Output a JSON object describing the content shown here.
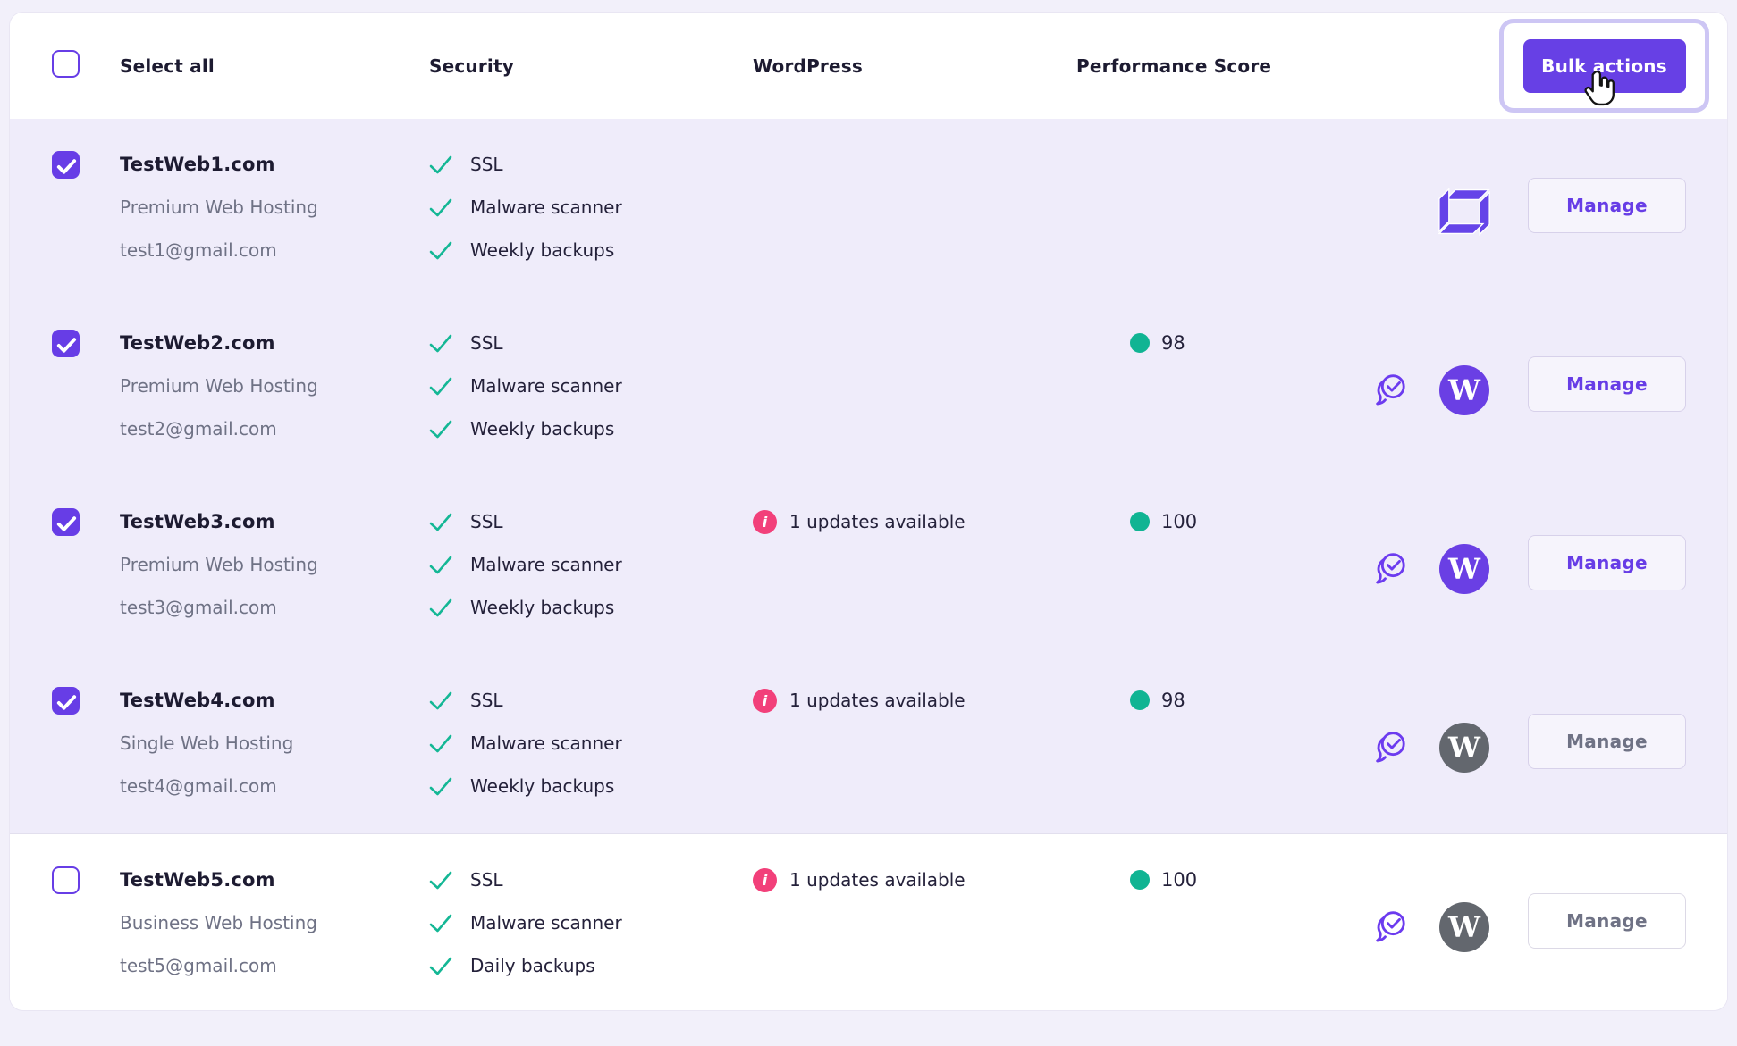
{
  "header": {
    "select_all": "Select all",
    "columns": {
      "security": "Security",
      "wordpress": "WordPress",
      "performance": "Performance Score"
    },
    "bulk_button": "Bulk actions"
  },
  "manage_label": "Manage",
  "glyphs": {
    "info": "i",
    "wordpress_w": "W"
  },
  "colors": {
    "brand_purple": "#673de6",
    "row_lavender": "#efecfa",
    "teal_check": "#14b795",
    "score_dot_green": "#10b493",
    "info_pink": "#f2407a",
    "gray_text": "#6f7285",
    "wordpress_gray": "#63676e",
    "focus_ring": "#cdc6f4"
  },
  "rows": [
    {
      "name": "TestWeb1.com",
      "plan": "Premium Web Hosting",
      "email": "test1@gmail.com",
      "checked": true,
      "security": [
        "SSL",
        "Malware scanner",
        "Weekly backups"
      ],
      "wordpress_status": "",
      "score": "",
      "icons": [
        "website-builder"
      ]
    },
    {
      "name": "TestWeb2.com",
      "plan": "Premium Web Hosting",
      "email": "test2@gmail.com",
      "checked": true,
      "security": [
        "SSL",
        "Malware scanner",
        "Weekly backups"
      ],
      "wordpress_status": "",
      "score": "98",
      "icons": [
        "chat-check",
        "wordpress-purple"
      ]
    },
    {
      "name": "TestWeb3.com",
      "plan": "Premium Web Hosting",
      "email": "test3@gmail.com",
      "checked": true,
      "security": [
        "SSL",
        "Malware scanner",
        "Weekly backups"
      ],
      "wordpress_status": "1 updates available",
      "score": "100",
      "icons": [
        "chat-check",
        "wordpress-purple"
      ]
    },
    {
      "name": "TestWeb4.com",
      "plan": "Single Web Hosting",
      "email": "test4@gmail.com",
      "checked": true,
      "security": [
        "SSL",
        "Malware scanner",
        "Weekly backups"
      ],
      "wordpress_status": "1 updates available",
      "score": "98",
      "icons": [
        "chat-check",
        "wordpress-gray"
      ]
    },
    {
      "name": "TestWeb5.com",
      "plan": "Business Web Hosting",
      "email": "test5@gmail.com",
      "checked": false,
      "security": [
        "SSL",
        "Malware scanner",
        "Daily backups"
      ],
      "wordpress_status": "1 updates available",
      "score": "100",
      "icons": [
        "chat-check",
        "wordpress-gray"
      ]
    }
  ]
}
